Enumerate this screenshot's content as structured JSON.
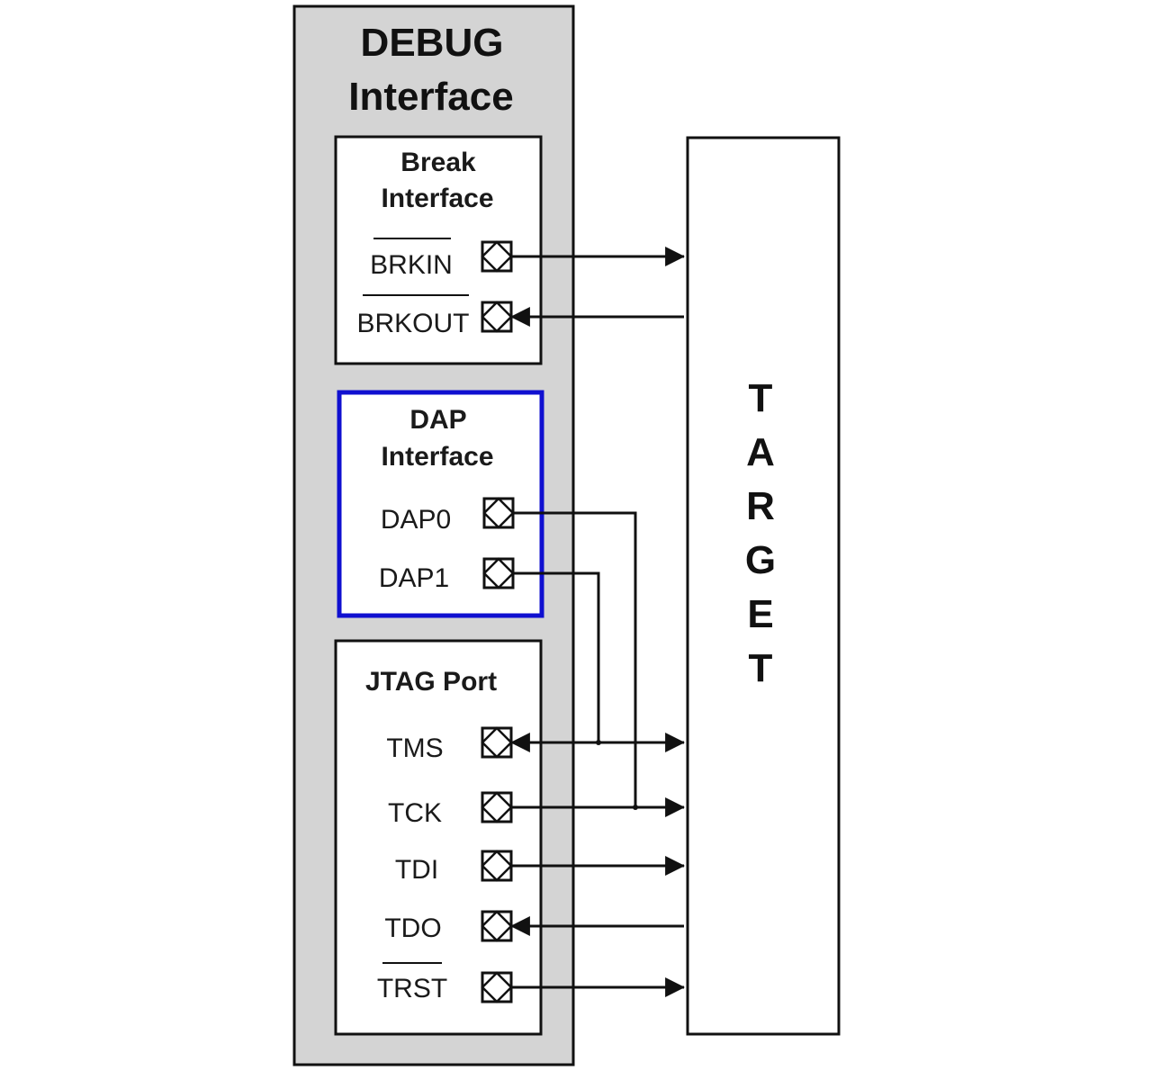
{
  "debug": {
    "title_line1": "DEBUG",
    "title_line2": "Interface"
  },
  "break_interface": {
    "title_line1": "Break",
    "title_line2": "Interface",
    "pins": [
      {
        "label": "BRKIN",
        "active_low": true,
        "direction": "output"
      },
      {
        "label": "BRKOUT",
        "active_low": true,
        "direction": "input"
      }
    ]
  },
  "dap_interface": {
    "title_line1": "DAP",
    "title_line2": "Interface",
    "pins": [
      {
        "label": "DAP0",
        "connects_to": "TCK"
      },
      {
        "label": "DAP1",
        "connects_to": "TMS"
      }
    ]
  },
  "jtag_port": {
    "title": "JTAG Port",
    "pins": [
      {
        "label": "TMS",
        "active_low": false,
        "direction": "bidirectional"
      },
      {
        "label": "TCK",
        "active_low": false,
        "direction": "output"
      },
      {
        "label": "TDI",
        "active_low": false,
        "direction": "output"
      },
      {
        "label": "TDO",
        "active_low": false,
        "direction": "input"
      },
      {
        "label": "TRST",
        "active_low": true,
        "direction": "output"
      }
    ]
  },
  "target": {
    "letters": [
      "T",
      "A",
      "R",
      "G",
      "E",
      "T"
    ]
  },
  "colors": {
    "debug_fill": "#d4d4d4",
    "outline": "#111111",
    "dap_highlight": "#1010d0",
    "box_fill": "#ffffff"
  }
}
